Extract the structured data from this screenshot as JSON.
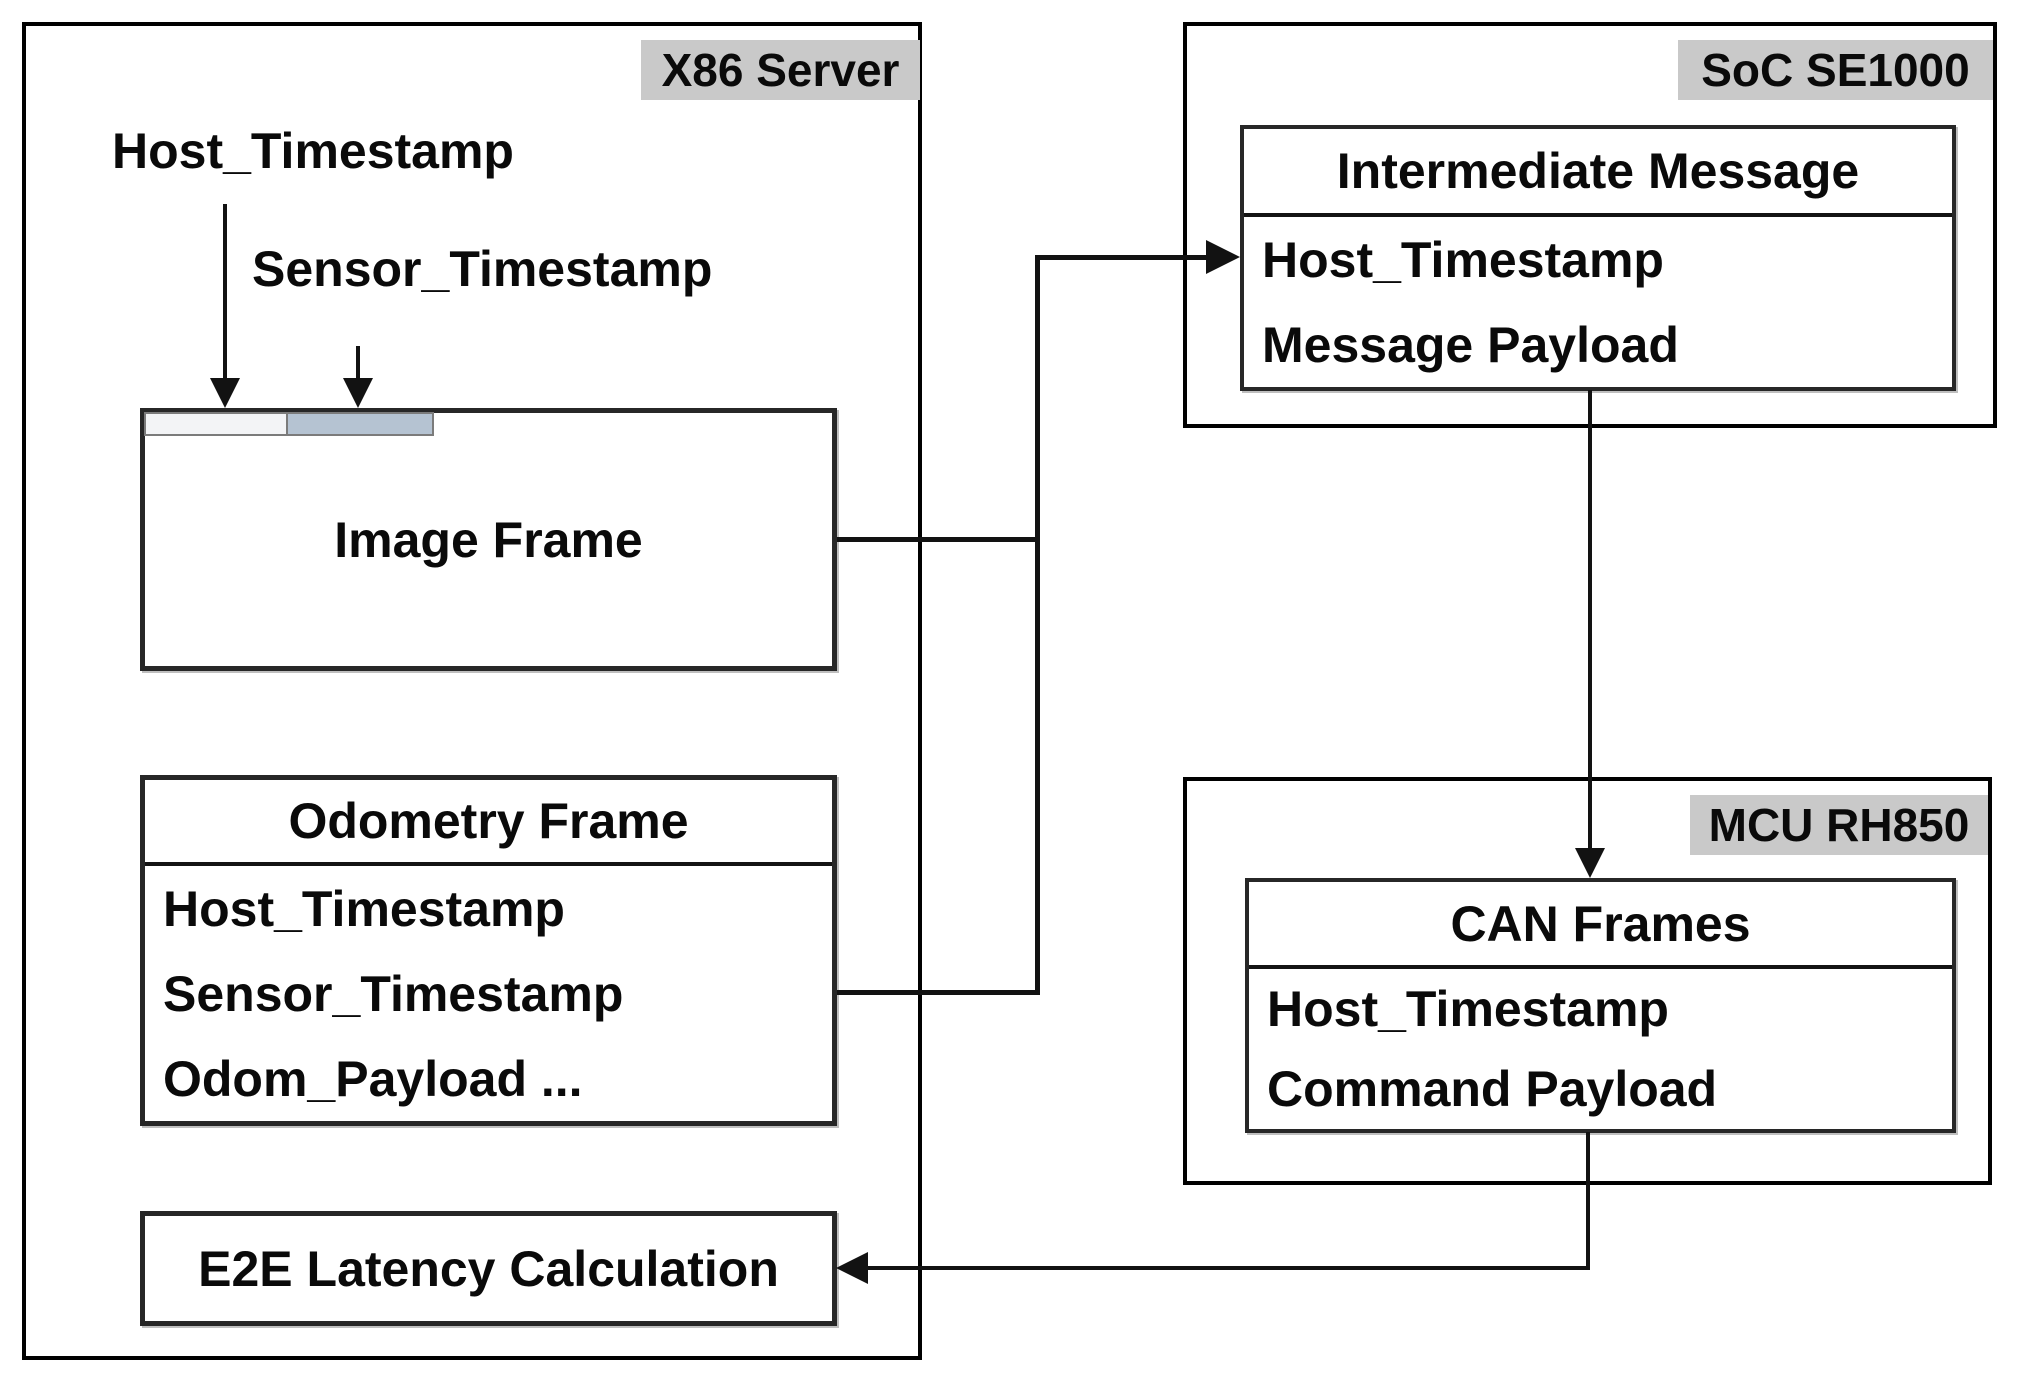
{
  "regions": {
    "x86": {
      "label": "X86 Server"
    },
    "soc": {
      "label": "SoC SE1000"
    },
    "mcu": {
      "label": "MCU RH850"
    }
  },
  "annotations": {
    "host_timestamp": "Host_Timestamp",
    "sensor_timestamp": "Sensor_Timestamp"
  },
  "nodes": {
    "image_frame": {
      "title": "Image Frame"
    },
    "odometry_frame": {
      "title": "Odometry Frame",
      "rows": [
        "Host_Timestamp",
        "Sensor_Timestamp",
        "Odom_Payload ..."
      ]
    },
    "e2e": {
      "title": "E2E Latency Calculation"
    },
    "intermediate": {
      "title": "Intermediate Message",
      "rows": [
        "Host_Timestamp",
        "Message Payload"
      ]
    },
    "can": {
      "title": "CAN Frames",
      "rows": [
        "Host_Timestamp",
        "Command Payload"
      ]
    }
  },
  "colors": {
    "label_background": "#c9c9c9",
    "host_timestamp_strip": "#f3f4f6",
    "sensor_timestamp_strip": "#b5c3d2",
    "line": "#121212"
  }
}
